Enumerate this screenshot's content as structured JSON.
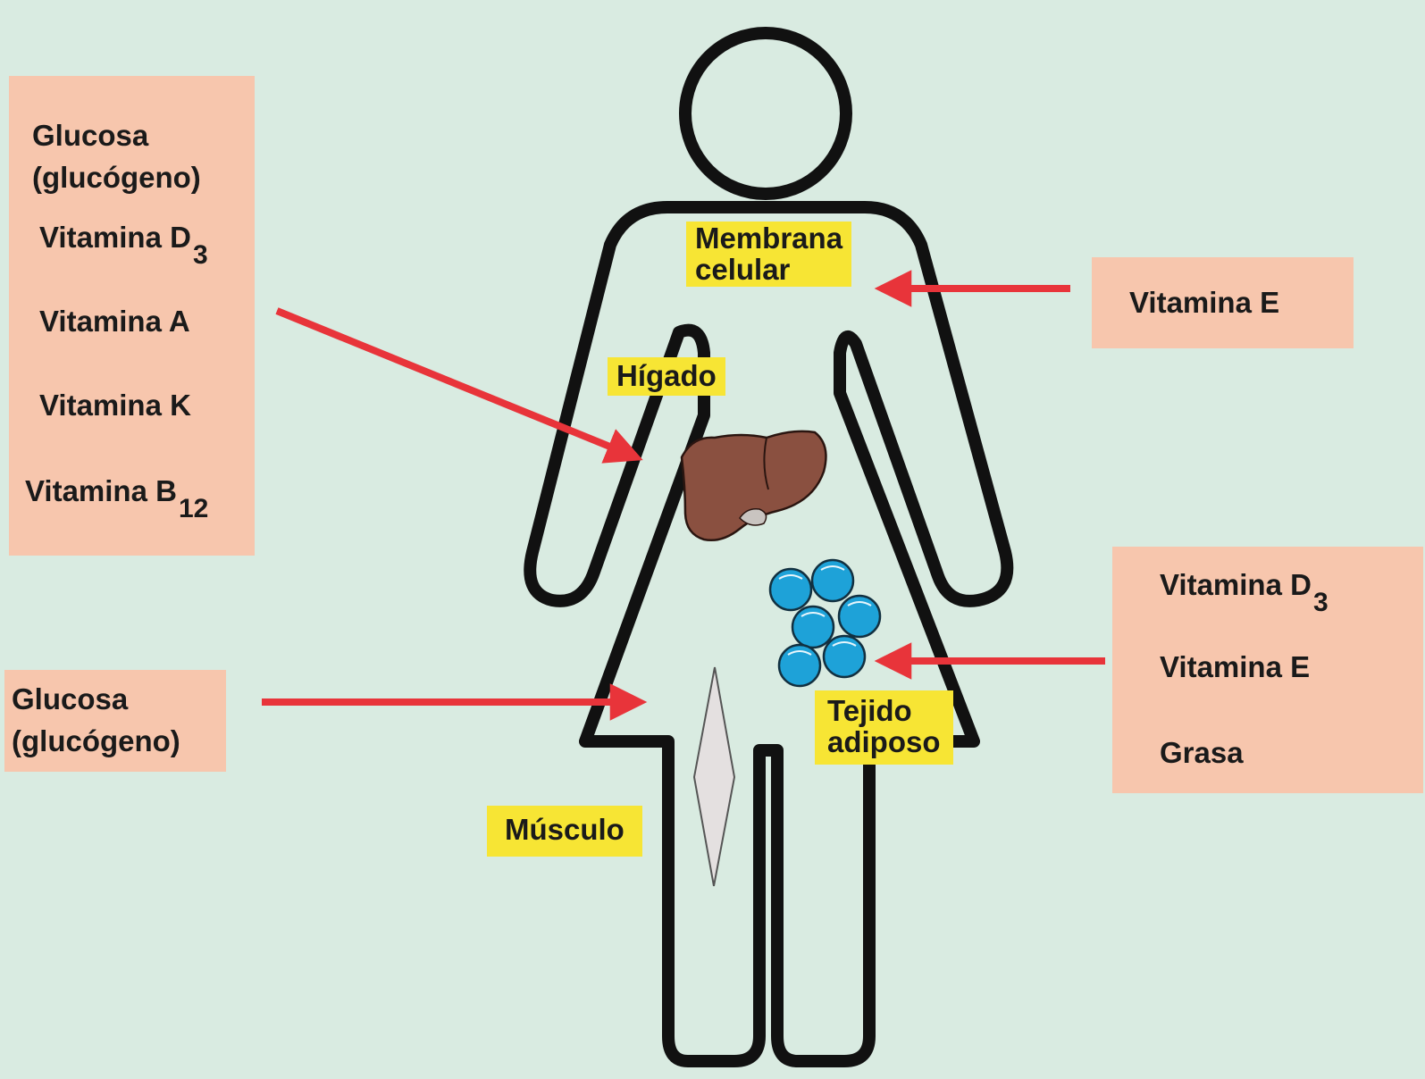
{
  "colors": {
    "background": "#d9ebe1",
    "storage_box": "#f7c6ad",
    "tissue_label": "#f7e534",
    "arrow": "#e8343a",
    "liver": "#8a5040",
    "adipocyte": "#1ea2d8",
    "muscle": "#e4e0e0",
    "outline": "#111111"
  },
  "left_top_box": {
    "items": [
      {
        "text": "Glucosa"
      },
      {
        "text": "(glucógeno)"
      },
      {
        "text": "Vitamina D",
        "sub": "3"
      },
      {
        "text": "Vitamina A"
      },
      {
        "text": "Vitamina K"
      },
      {
        "text": "Vitamina B",
        "sub": "12"
      }
    ]
  },
  "left_bottom_box": {
    "items": [
      {
        "text": "Glucosa"
      },
      {
        "text": "(glucógeno)"
      }
    ]
  },
  "right_top_box": {
    "items": [
      {
        "text": "Vitamina E"
      }
    ]
  },
  "right_bottom_box": {
    "items": [
      {
        "text": "Vitamina D",
        "sub": "3"
      },
      {
        "text": "Vitamina E"
      },
      {
        "text": "Grasa"
      }
    ]
  },
  "tissue_labels": {
    "membrane": [
      "Membrana",
      "celular"
    ],
    "liver": "Hígado",
    "adipose": [
      "Tejido",
      "adiposo"
    ],
    "muscle": "Músculo"
  },
  "icons": [
    "human-body-outline-icon",
    "liver-icon",
    "adipocyte-icon",
    "muscle-fiber-icon",
    "arrow-icon"
  ]
}
